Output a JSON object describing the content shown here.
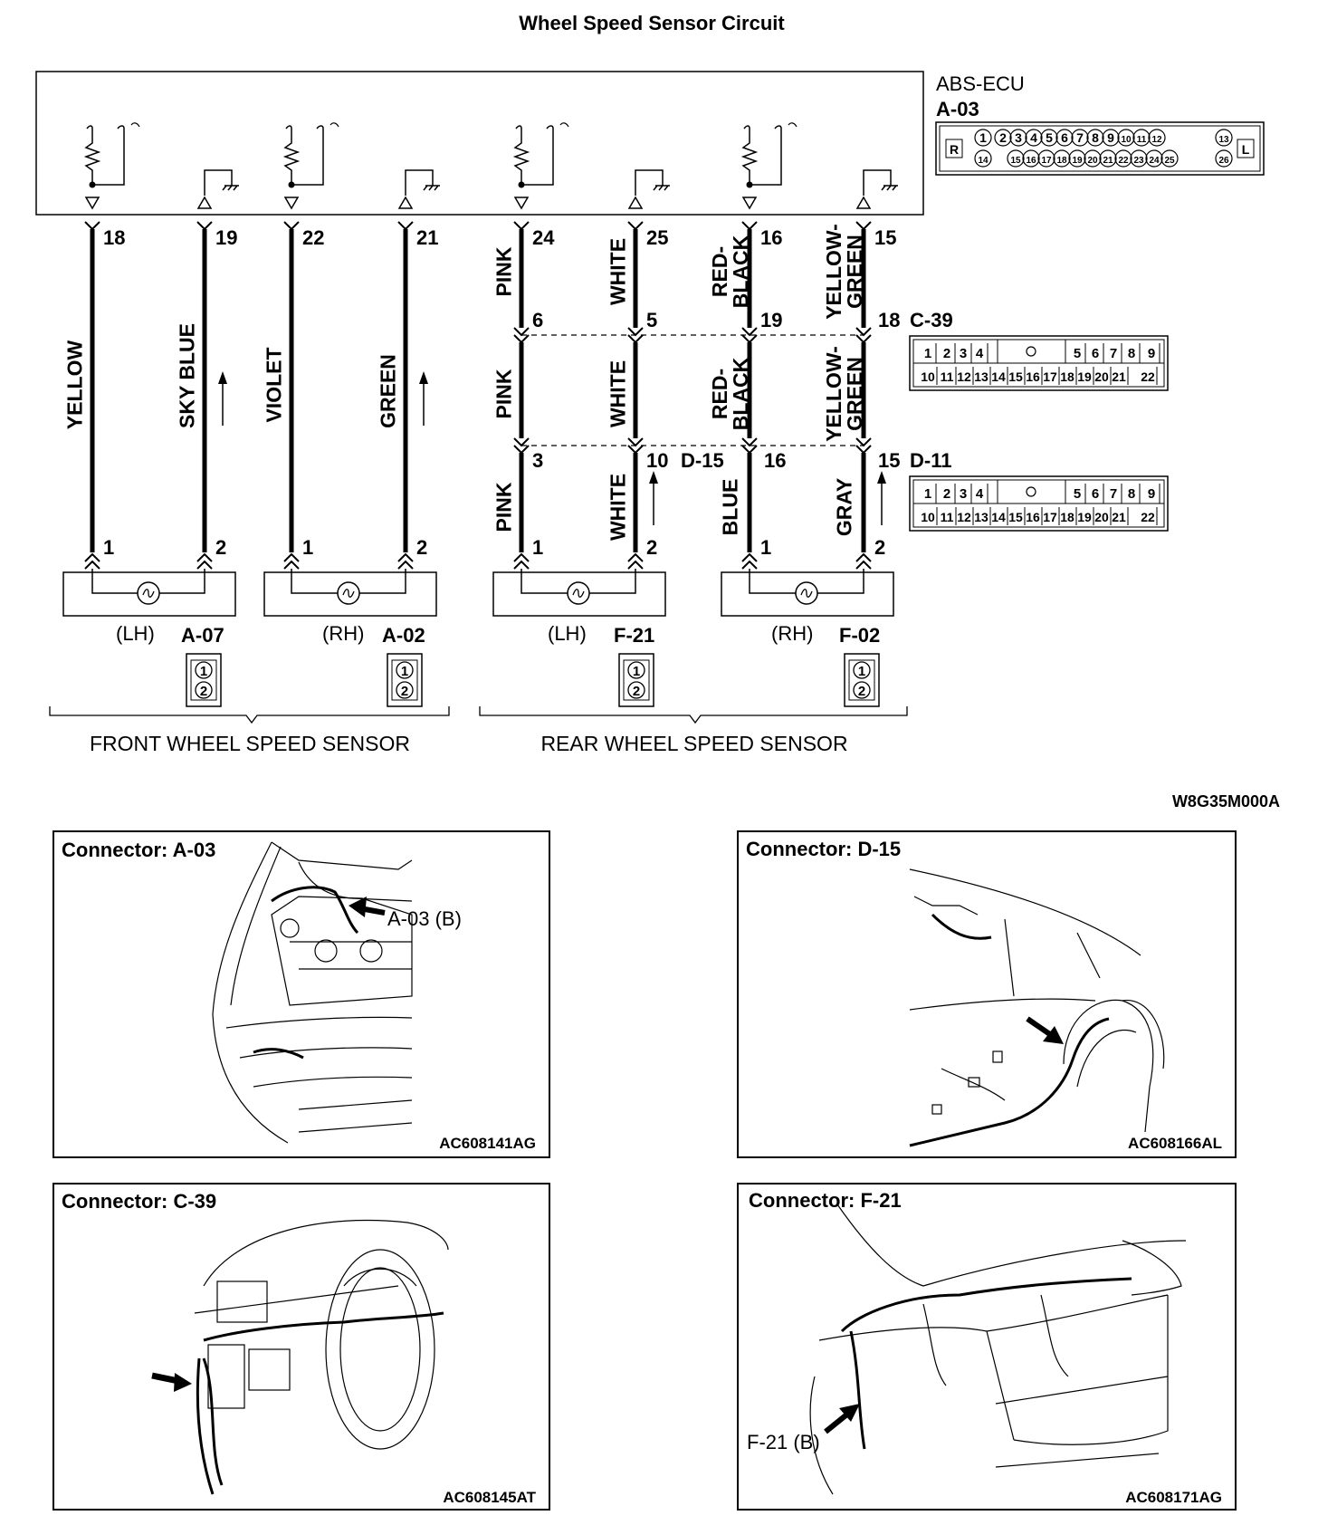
{
  "title": "Wheel Speed Sensor Circuit",
  "ecu": {
    "name": "ABS-ECU",
    "connector": "A-03"
  },
  "a03_face": {
    "left": "R",
    "right": "L",
    "row1": [
      "1",
      "2",
      "3",
      "4",
      "5",
      "6",
      "7",
      "8",
      "9",
      "10",
      "11",
      "12",
      "13"
    ],
    "row2": [
      "14",
      "15",
      "16",
      "17",
      "18",
      "19",
      "20",
      "21",
      "22",
      "23",
      "24",
      "25",
      "26"
    ]
  },
  "ecu_pins": [
    "18",
    "19",
    "22",
    "21",
    "24",
    "25",
    "16",
    "15"
  ],
  "wires": {
    "front": [
      "YELLOW",
      "SKY BLUE",
      "VIOLET",
      "GREEN"
    ],
    "rear_top": [
      "PINK",
      "WHITE",
      "RED-\nBLACK",
      "YELLOW-\nGREEN"
    ],
    "rear_mid": [
      "PINK",
      "WHITE",
      "RED-\nBLACK",
      "YELLOW-\nGREEN"
    ],
    "rear_bot": [
      "PINK",
      "WHITE",
      "BLUE",
      "GRAY"
    ]
  },
  "c39": {
    "name": "C-39",
    "pins": [
      "6",
      "5",
      "19",
      "18"
    ]
  },
  "d15": {
    "name": "D-15",
    "pins": [
      "3",
      "10"
    ]
  },
  "d11": {
    "name": "D-11",
    "pins": [
      "16",
      "15"
    ]
  },
  "joint_face": {
    "top": [
      "1",
      "2",
      "3",
      "4",
      "5",
      "6",
      "7",
      "8",
      "9"
    ],
    "bottom": [
      "10",
      "11",
      "12",
      "13",
      "14",
      "15",
      "16",
      "17",
      "18",
      "19",
      "20",
      "21",
      "22"
    ]
  },
  "sensor_pins": [
    "1",
    "2",
    "1",
    "2",
    "1",
    "2",
    "1",
    "2"
  ],
  "sensors": [
    {
      "side": "(LH)",
      "connector": "A-07"
    },
    {
      "side": "(RH)",
      "connector": "A-02"
    },
    {
      "side": "(LH)",
      "connector": "F-21"
    },
    {
      "side": "(RH)",
      "connector": "F-02"
    }
  ],
  "sensor_face_pins": [
    "1",
    "2"
  ],
  "groups": {
    "front": "FRONT WHEEL SPEED SENSOR",
    "rear": "REAR WHEEL SPEED SENSOR"
  },
  "drawing_code": "W8G35M000A",
  "panels": [
    {
      "title": "Connector: A-03",
      "callout": "A-03 (B)",
      "code": "AC608141AG"
    },
    {
      "title": "Connector: D-15",
      "callout": "",
      "code": "AC608166AL"
    },
    {
      "title": "Connector: C-39",
      "callout": "",
      "code": "AC608145AT"
    },
    {
      "title": "Connector: F-21",
      "callout": "F-21 (B)",
      "code": "AC608171AG"
    }
  ]
}
